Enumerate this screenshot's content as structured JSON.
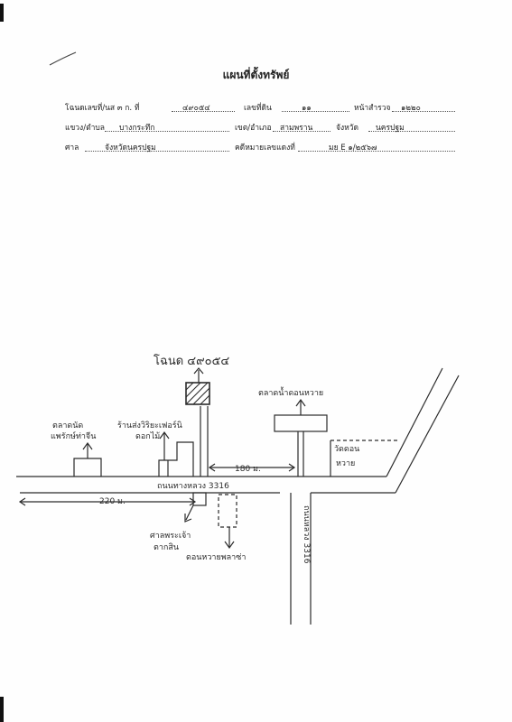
{
  "header": {
    "title": "แผนที่ตั้งทรัพย์"
  },
  "deed_info": {
    "row1": {
      "label_deed": "โฉนดเลขที่/นส ๓ ก. ที่",
      "deed_no": "๔๙๐๕๔",
      "label_land": "เลขที่ดิน",
      "land_no": "๑๑",
      "label_survey": "หน้าสำรวจ",
      "survey_page": "๑๒๒๐"
    },
    "row2": {
      "label_subdistrict": "แขวง/ตำบล",
      "subdistrict": "บางกระทึก",
      "label_district": "เขต/อำเภอ",
      "district": "สามพราน",
      "label_province": "จังหวัด",
      "province": "นครปฐม"
    },
    "row3": {
      "label_court": "ศาล",
      "court": "จังหวัดนครปฐม",
      "label_case": "คดีหมายเลขแดงที่",
      "case_no": "มย E ๑/๒๕๖๗"
    }
  },
  "map": {
    "deed_label": "โฉนด ๔๙๐๕๔",
    "market_north": "ตลาดน้ำดอนหวาย",
    "wat_label_1": "วัดดอน",
    "wat_label_2": "หวาย",
    "market_left_1": "ตลาดนัด",
    "market_left_2": "แพรักษ์ท่าจีน",
    "shop_1": "ร้านส่งวิริยะเฟอร์นิ",
    "shop_2": "ดอกไม้",
    "distance_180": "180 ม.",
    "distance_220": "220 ม.",
    "road_main": "ถนนทางหลวง 3316",
    "road_vertical": "ถนนหลวง 3316",
    "shrine_1": "ศาลพระเจ้า",
    "shrine_2": "ตากสิน",
    "don_wai_label": "ดอนหวายพลาซ่า"
  }
}
